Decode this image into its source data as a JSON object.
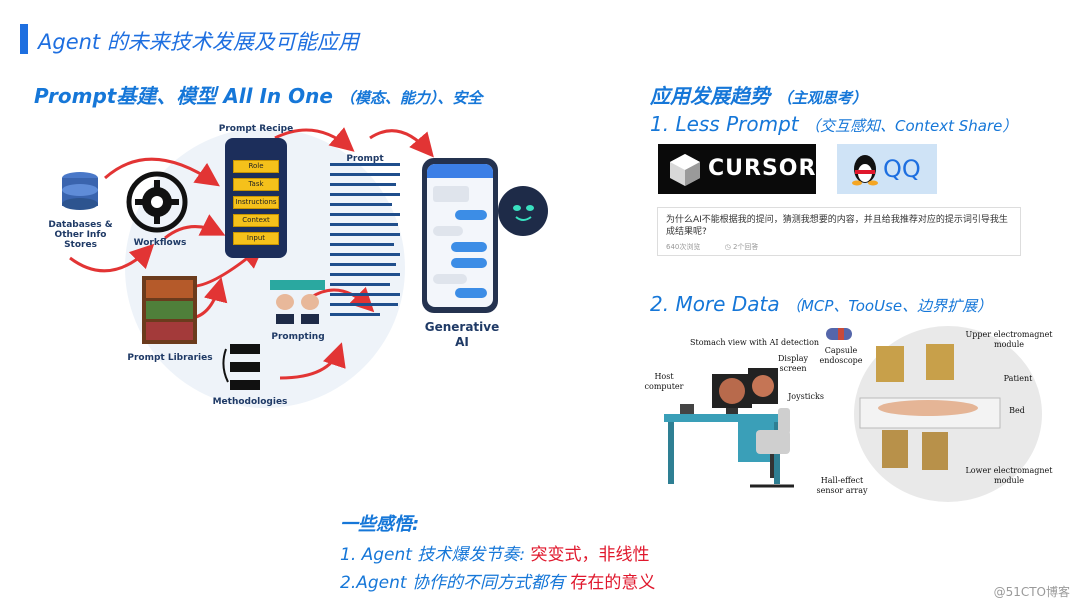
{
  "page": {
    "title": "Agent 的未来技术发展及可能应用",
    "watermark": "@51CTO博客"
  },
  "left": {
    "heading": "Prompt基建、模型 All In One",
    "heading_note": "（模态、能力）、安全",
    "diagram": {
      "databases_label": "Databases & Other Info Stores",
      "workflows_label": "Workflows",
      "recipe_label": "Prompt Recipe",
      "recipe_items": [
        "Role",
        "Task",
        "Instructions",
        "Context",
        "Input"
      ],
      "prompt_label": "Prompt",
      "generative_ai_label": "Generative AI",
      "libraries_label": "Prompt Libraries",
      "prompting_label": "Prompting",
      "methodologies_label": "Methodologies"
    }
  },
  "right": {
    "heading": "应用发展趋势",
    "heading_note": "（主观思考）",
    "point1": {
      "label": "1. Less Prompt",
      "note": "（交互感知、Context Share）"
    },
    "cursor_text": "CURSOR",
    "qq_text": "QQ",
    "qa": {
      "question": "为什么AI不能根据我的提问，猜测我想要的内容，并且给我推荐对应的提示词引导我生成结果呢?",
      "views": "640次浏览",
      "answers": "2个回答"
    },
    "point2": {
      "label": "2. More Data",
      "note": "（MCP、TooUse、边界扩展）"
    },
    "medical_labels": {
      "stomach_view": "Stomach view with AI detection",
      "display_screen": "Display screen",
      "host_computer": "Host computer",
      "joysticks": "Joysticks",
      "capsule": "Capsule endoscope",
      "upper_magnet": "Upper electromagnet module",
      "patient": "Patient",
      "bed": "Bed",
      "hall_effect": "Hall-effect sensor array",
      "lower_magnet": "Lower electromagnet module"
    }
  },
  "insights": {
    "title": "一些感悟:",
    "line1_prefix": "1. Agent 技术爆发节奏: ",
    "line1_highlight": "突变式，非线性",
    "line2_prefix": "2.Agent 协作的不同方式都有 ",
    "line2_highlight": "存在的意义"
  },
  "colors": {
    "accent": "#1677d8",
    "highlight": "#e0182d",
    "arrow": "#e23434",
    "navy": "#1c2e5b",
    "gold": "#f5c11b"
  }
}
